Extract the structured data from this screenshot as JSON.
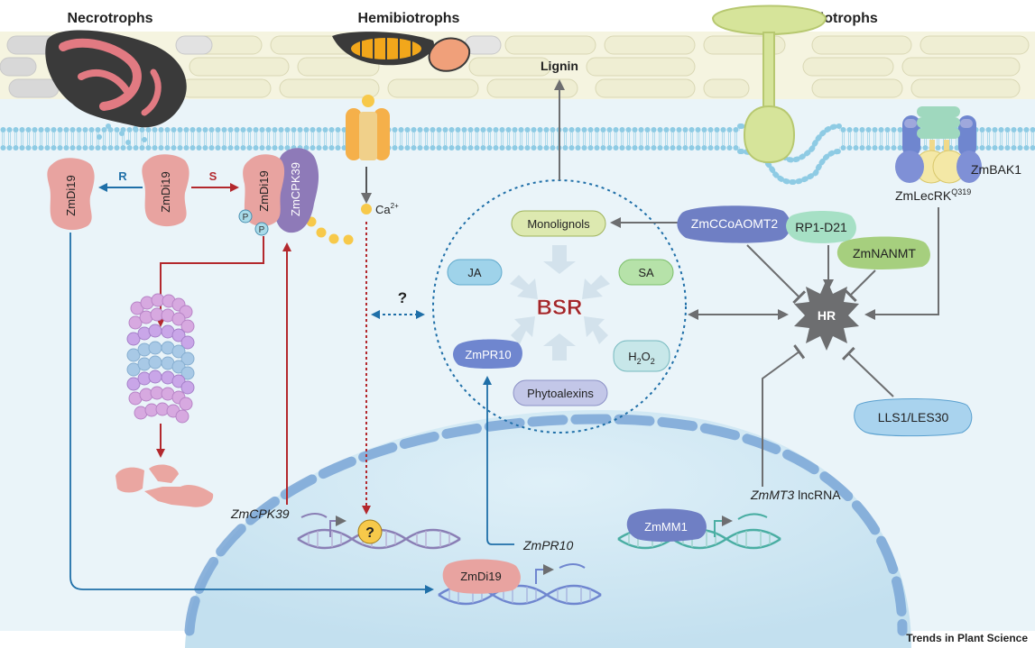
{
  "pathogen_classes": {
    "necrotrophs": "Necrotrophs",
    "hemibiotrophs": "Hemibiotrophs",
    "biotrophs": "Biotrophs"
  },
  "proteins": {
    "zmdi19": "ZmDi19",
    "zmcpk39": "ZmCPK39",
    "phospho": "P",
    "zmbak1": "ZmBAK1",
    "zmlecrk": "ZmLecRK",
    "zmlecrk_sup": "Q319",
    "zmccoaomt2": "ZmCCoAOMT2",
    "rp1_d21": "RP1-D21",
    "zmnanmt": "ZmNANMT",
    "lls1_les30": "LLS1/LES30",
    "zmmm1": "ZmMM1"
  },
  "arrow_labels": {
    "resistant": "R",
    "susceptible": "S",
    "unknown": "?"
  },
  "ions": {
    "calcium": "Ca",
    "calcium_charge": "2+"
  },
  "bsr_network": {
    "center": "BSR",
    "monolignols": "Monolignols",
    "ja": "JA",
    "sa": "SA",
    "zmpr10": "ZmPR10",
    "h2o2_h": "H",
    "h2o2_sub": "2",
    "h2o2_o": "O",
    "h2o2_sub2": "2",
    "phytoalexins": "Phytoalexins"
  },
  "lignin": "Lignin",
  "hr": "HR",
  "genes": {
    "zmcpk39": "ZmCPK39",
    "zmpr10": "ZmPR10",
    "zmmt3": "ZmMT3",
    "lncrna": " lncRNA"
  },
  "footer": "Trends in Plant Science",
  "colors": {
    "zmdi19": "#e8a3a0",
    "zmcpk39": "#8e7ab8",
    "arrow_red": "#b3282d",
    "arrow_blue": "#1f6fa8",
    "arrow_grey": "#6d6e70",
    "bsr_text": "#a2262a",
    "cytoplasm": "#eaf4f9",
    "nucleus": "#cde5f1"
  }
}
